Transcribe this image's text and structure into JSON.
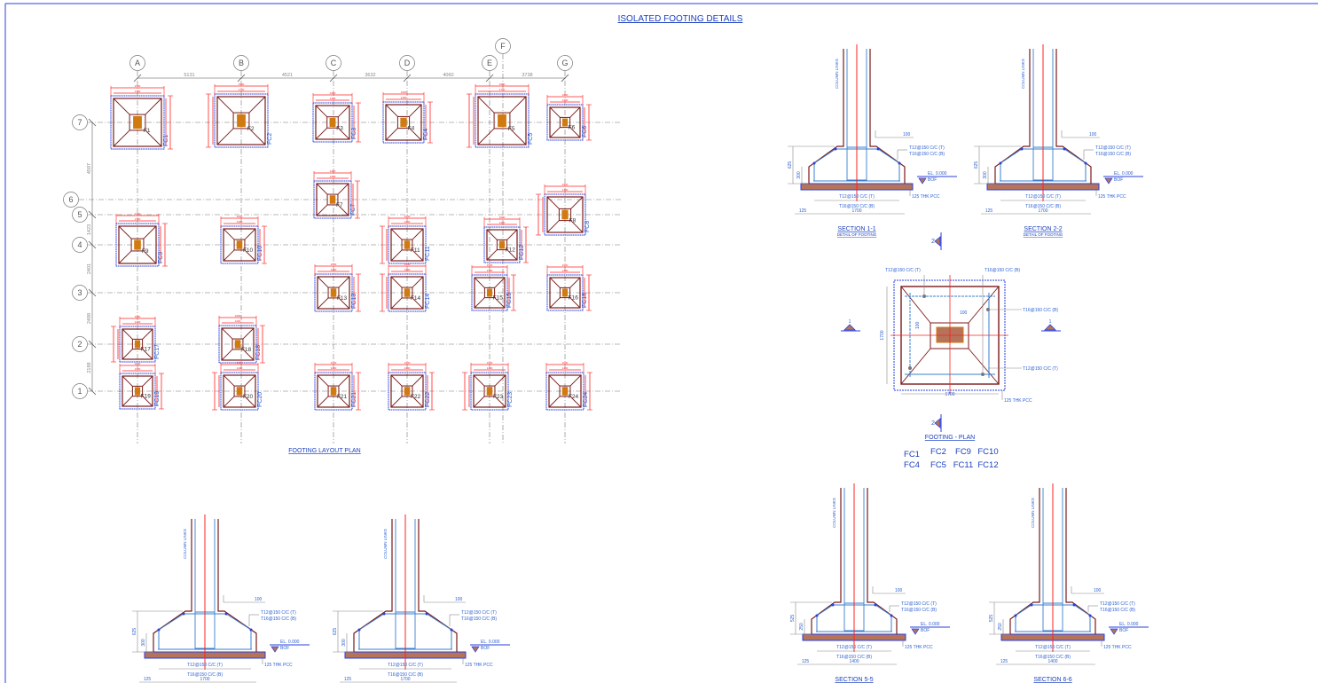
{
  "title": "ISOLATED FOOTING DETAILS",
  "colors": {
    "brown": "#7a1a1a",
    "red": "#ff2020",
    "blue": "#2a3fdc",
    "rebar": "#3a7fd0",
    "grid": "#888888",
    "pcc": "#b5735a",
    "column": "#d07a10"
  },
  "layout_plan": {
    "title": "FOOTING LAYOUT PLAN",
    "grid_columns": [
      "A",
      "B",
      "C",
      "D",
      "E",
      "F",
      "G"
    ],
    "grid_rows": [
      "7",
      "6",
      "5",
      "4",
      "3",
      "2",
      "1"
    ],
    "column_spacings": [
      "5131",
      "4521",
      "3632",
      "4060",
      "3738"
    ],
    "row_spacings": [
      "4597",
      "1423",
      "2401",
      "2498",
      "2188"
    ],
    "footings": [
      {
        "id": "F1",
        "type": "FC1",
        "dim_outer": "1900",
        "dim_inner": "1700"
      },
      {
        "id": "F2",
        "type": "FC2",
        "dim_outer": "1900",
        "dim_inner": "1700"
      },
      {
        "id": "F3",
        "type": "FC3",
        "dim_outer": "1600",
        "dim_inner": "1400"
      },
      {
        "id": "F4",
        "type": "FC4",
        "dim_outer": "1600",
        "dim_inner": "1400"
      },
      {
        "id": "F5",
        "type": "FC5",
        "dim_outer": "1900",
        "dim_inner": "1700"
      },
      {
        "id": "F6",
        "type": "FC6",
        "dim_outer": "1600",
        "dim_inner": "1400"
      },
      {
        "id": "F7",
        "type": "FC7",
        "dim_outer": "1600",
        "dim_inner": "1400"
      },
      {
        "id": "F8",
        "type": "FC8",
        "dim_outer": "1900",
        "dim_inner": "1700"
      },
      {
        "id": "F9",
        "type": "FC9",
        "dim_outer": "1900",
        "dim_inner": "1700"
      },
      {
        "id": "F10",
        "type": "FC10",
        "dim_outer": "1600",
        "dim_inner": "1400"
      },
      {
        "id": "F11",
        "type": "FC11",
        "dim_outer": "1600",
        "dim_inner": "1400"
      },
      {
        "id": "F12",
        "type": "FC12",
        "dim_outer": "1600",
        "dim_inner": "1400"
      },
      {
        "id": "F13",
        "type": "FC13",
        "dim_outer": "1600",
        "dim_inner": "1400"
      },
      {
        "id": "F14",
        "type": "FC14",
        "dim_outer": "1600",
        "dim_inner": "1400"
      },
      {
        "id": "F15",
        "type": "FC15",
        "dim_outer": "1600",
        "dim_inner": "1400"
      },
      {
        "id": "F16",
        "type": "FC16",
        "dim_outer": "1600",
        "dim_inner": "1400"
      },
      {
        "id": "F17",
        "type": "FC17",
        "dim_outer": "1600",
        "dim_inner": "1400"
      },
      {
        "id": "F18",
        "type": "FC18",
        "dim_outer": "1600",
        "dim_inner": "1400"
      },
      {
        "id": "F19",
        "type": "FC19",
        "dim_outer": "1600",
        "dim_inner": "1400"
      },
      {
        "id": "F20",
        "type": "FC20",
        "dim_outer": "1600",
        "dim_inner": "1400"
      },
      {
        "id": "F21",
        "type": "FC21",
        "dim_outer": "1600",
        "dim_inner": "1400"
      },
      {
        "id": "F22",
        "type": "FC22",
        "dim_outer": "1600",
        "dim_inner": "1400"
      },
      {
        "id": "F23",
        "type": "FC23",
        "dim_outer": "1600",
        "dim_inner": "1400"
      },
      {
        "id": "F24",
        "type": "FC24",
        "dim_outer": "1600",
        "dim_inner": "1400"
      }
    ]
  },
  "footing_plan": {
    "title": "FOOTING - PLAN",
    "top_left_note": "T12@150 C/C (T)",
    "top_right_note": "T16@150 C/C (B)",
    "right_note_1": "T16@150 C/C (B)",
    "right_note_2": "T12@150 C/C (T)",
    "pcc_note": "125 THK PCC",
    "width": "1700",
    "height": "1700",
    "inner_dim_1": "100",
    "inner_dim_2": "100",
    "section_mark_1": "1",
    "section_mark_2": "2",
    "applies_to": [
      "FC1",
      "FC2",
      "FC9",
      "FC10",
      "FC4",
      "FC5",
      "FC11",
      "FC12"
    ]
  },
  "sections": [
    {
      "title": "SECTION 1-1",
      "subtitle": "DETAIL OF FOOTING",
      "depth": "625",
      "edge": "300",
      "width": "1700",
      "offset": "125",
      "step": "100",
      "top_bar": "T12@150 C/C (T)",
      "bottom_bar": "T16@150 C/C (B)",
      "el": "EL. 0.000",
      "bof": "BOF",
      "pcc": "125 THK PCC",
      "links": "COLUMN LINKS"
    },
    {
      "title": "SECTION 2-2",
      "subtitle": "DETAIL OF FOOTING",
      "depth": "625",
      "edge": "300",
      "width": "1700",
      "offset": "125",
      "step": "100",
      "top_bar": "T12@150 C/C (T)",
      "bottom_bar": "T16@150 C/C (B)",
      "el": "EL. 0.000",
      "bof": "BOF",
      "pcc": "125 THK PCC",
      "links": "COLUMN LINKS"
    },
    {
      "title": "",
      "subtitle": "",
      "depth": "625",
      "edge": "300",
      "width": "1700",
      "offset": "125",
      "step": "100",
      "top_bar": "T12@150 C/C (T)",
      "bottom_bar": "T16@150 C/C (B)",
      "el": "EL. 0.000",
      "bof": "BOF",
      "pcc": "125 THK PCC",
      "links": "COLUMN LINKS"
    },
    {
      "title": "",
      "subtitle": "",
      "depth": "625",
      "edge": "300",
      "width": "1700",
      "offset": "125",
      "step": "100",
      "top_bar": "T12@150 C/C (T)",
      "bottom_bar": "T16@150 C/C (B)",
      "el": "EL. 0.000",
      "bof": "BOF",
      "pcc": "125 THK PCC",
      "links": "COLUMN LINKS"
    },
    {
      "title": "SECTION 5-5",
      "subtitle": "",
      "depth": "525",
      "edge": "250",
      "width": "1400",
      "offset": "125",
      "step": "100",
      "top_bar": "T12@150 C/C (T)",
      "bottom_bar": "T16@150 C/C (B)",
      "el": "EL. 0.000",
      "bof": "BOF",
      "pcc": "125 THK PCC",
      "links": "COLUMN LINKS"
    },
    {
      "title": "SECTION 6-6",
      "subtitle": "",
      "depth": "525",
      "edge": "250",
      "width": "1400",
      "offset": "125",
      "step": "100",
      "top_bar": "T12@150 C/C (T)",
      "bottom_bar": "T16@150 C/C (B)",
      "el": "EL. 0.000",
      "bof": "BOF",
      "pcc": "125 THK PCC",
      "links": "COLUMN LINKS"
    }
  ]
}
